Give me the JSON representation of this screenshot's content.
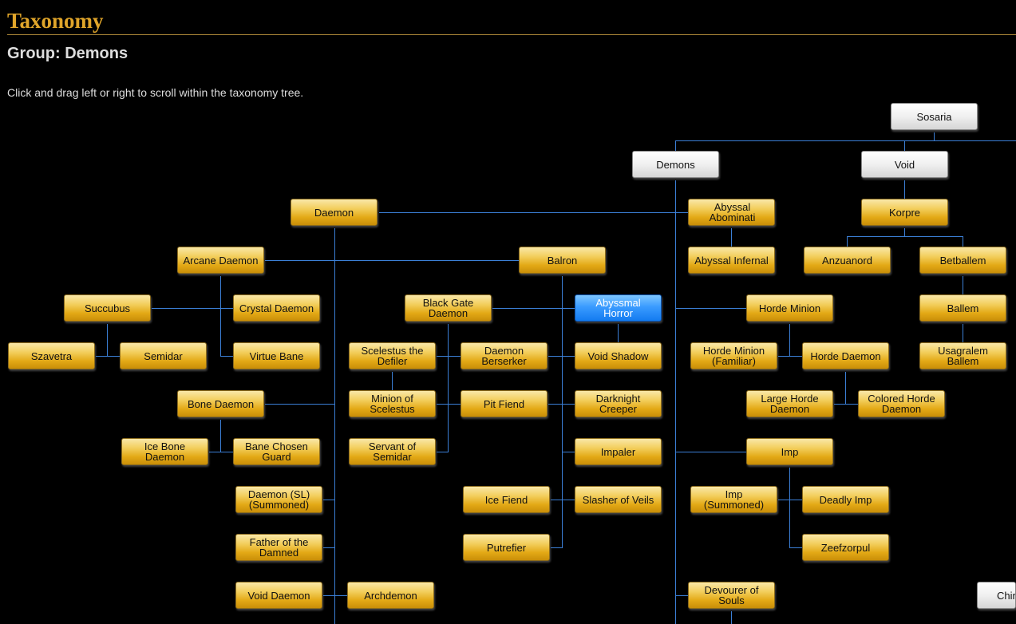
{
  "header": {
    "title": "Taxonomy",
    "group_title": "Group: Demons",
    "instructions": "Click and drag left or right to scroll within the taxonomy tree."
  },
  "colors": {
    "title_gold": "#e0a52a",
    "connector_blue": "#3b7fd6",
    "node_gold": "#e3a916",
    "node_selected": "#1f86f5",
    "node_gray": "#e6e6e6"
  },
  "tree": {
    "nodes": [
      {
        "id": "sosaria",
        "label": "Sosaria",
        "style": "gray"
      },
      {
        "id": "demons",
        "label": "Demons",
        "style": "gray"
      },
      {
        "id": "void",
        "label": "Void",
        "style": "gray"
      },
      {
        "id": "daemon",
        "label": "Daemon",
        "style": "gold"
      },
      {
        "id": "abyssal-abomination",
        "label": "Abyssal Abominati",
        "style": "gold"
      },
      {
        "id": "korpre",
        "label": "Korpre",
        "style": "gold"
      },
      {
        "id": "arcane-daemon",
        "label": "Arcane Daemon",
        "style": "gold"
      },
      {
        "id": "balron",
        "label": "Balron",
        "style": "gold"
      },
      {
        "id": "abyssal-infernal",
        "label": "Abyssal Infernal",
        "style": "gold"
      },
      {
        "id": "anzuanord",
        "label": "Anzuanord",
        "style": "gold"
      },
      {
        "id": "betballem",
        "label": "Betballem",
        "style": "gold"
      },
      {
        "id": "succubus",
        "label": "Succubus",
        "style": "gold"
      },
      {
        "id": "crystal-daemon",
        "label": "Crystal Daemon",
        "style": "gold"
      },
      {
        "id": "black-gate-daemon",
        "label": "Black Gate\nDaemon",
        "style": "gold"
      },
      {
        "id": "abyssmal-horror",
        "label": "Abyssmal\nHorror",
        "style": "selected"
      },
      {
        "id": "horde-minion",
        "label": "Horde Minion",
        "style": "gold"
      },
      {
        "id": "ballem",
        "label": "Ballem",
        "style": "gold"
      },
      {
        "id": "szavetra",
        "label": "Szavetra",
        "style": "gold"
      },
      {
        "id": "semidar",
        "label": "Semidar",
        "style": "gold"
      },
      {
        "id": "virtue-bane",
        "label": "Virtue Bane",
        "style": "gold"
      },
      {
        "id": "scelestus",
        "label": "Scelestus the\nDefiler",
        "style": "gold"
      },
      {
        "id": "daemon-berserker",
        "label": "Daemon\nBerserker",
        "style": "gold"
      },
      {
        "id": "void-shadow",
        "label": "Void Shadow",
        "style": "gold"
      },
      {
        "id": "horde-minion-familiar",
        "label": "Horde Minion\n(Familiar)",
        "style": "gold"
      },
      {
        "id": "horde-daemon",
        "label": "Horde Daemon",
        "style": "gold"
      },
      {
        "id": "usagralem-ballem",
        "label": "Usagralem\nBallem",
        "style": "gold"
      },
      {
        "id": "bone-daemon",
        "label": "Bone Daemon",
        "style": "gold"
      },
      {
        "id": "minion-of-scelestus",
        "label": "Minion of\nScelestus",
        "style": "gold"
      },
      {
        "id": "pit-fiend",
        "label": "Pit Fiend",
        "style": "gold"
      },
      {
        "id": "darknight-creeper",
        "label": "Darknight\nCreeper",
        "style": "gold"
      },
      {
        "id": "large-horde-daemon",
        "label": "Large Horde\nDaemon",
        "style": "gold"
      },
      {
        "id": "colored-horde-daemon",
        "label": "Colored Horde\nDaemon",
        "style": "gold"
      },
      {
        "id": "ice-bone-daemon",
        "label": "Ice Bone\nDaemon",
        "style": "gold"
      },
      {
        "id": "bane-chosen-guard",
        "label": "Bane Chosen\nGuard",
        "style": "gold"
      },
      {
        "id": "servant-of-semidar",
        "label": "Servant of\nSemidar",
        "style": "gold"
      },
      {
        "id": "impaler",
        "label": "Impaler",
        "style": "gold"
      },
      {
        "id": "imp",
        "label": "Imp",
        "style": "gold"
      },
      {
        "id": "daemon-sl-summoned",
        "label": "Daemon (SL)\n(Summoned)",
        "style": "gold"
      },
      {
        "id": "ice-fiend",
        "label": "Ice Fiend",
        "style": "gold"
      },
      {
        "id": "slasher-of-veils",
        "label": "Slasher of Veils",
        "style": "gold"
      },
      {
        "id": "imp-summoned",
        "label": "Imp\n(Summoned)",
        "style": "gold"
      },
      {
        "id": "deadly-imp",
        "label": "Deadly Imp",
        "style": "gold"
      },
      {
        "id": "father-of-the-damned",
        "label": "Father of the\nDamned",
        "style": "gold"
      },
      {
        "id": "putrefier",
        "label": "Putrefier",
        "style": "gold"
      },
      {
        "id": "zeefzorpul",
        "label": "Zeefzorpul",
        "style": "gold"
      },
      {
        "id": "void-daemon",
        "label": "Void Daemon",
        "style": "gold"
      },
      {
        "id": "archdemon",
        "label": "Archdemon",
        "style": "gold"
      },
      {
        "id": "devourer-of-souls",
        "label": "Devourer of\nSouls",
        "style": "gold"
      },
      {
        "id": "chir",
        "label": "Chir",
        "style": "gray"
      }
    ]
  }
}
